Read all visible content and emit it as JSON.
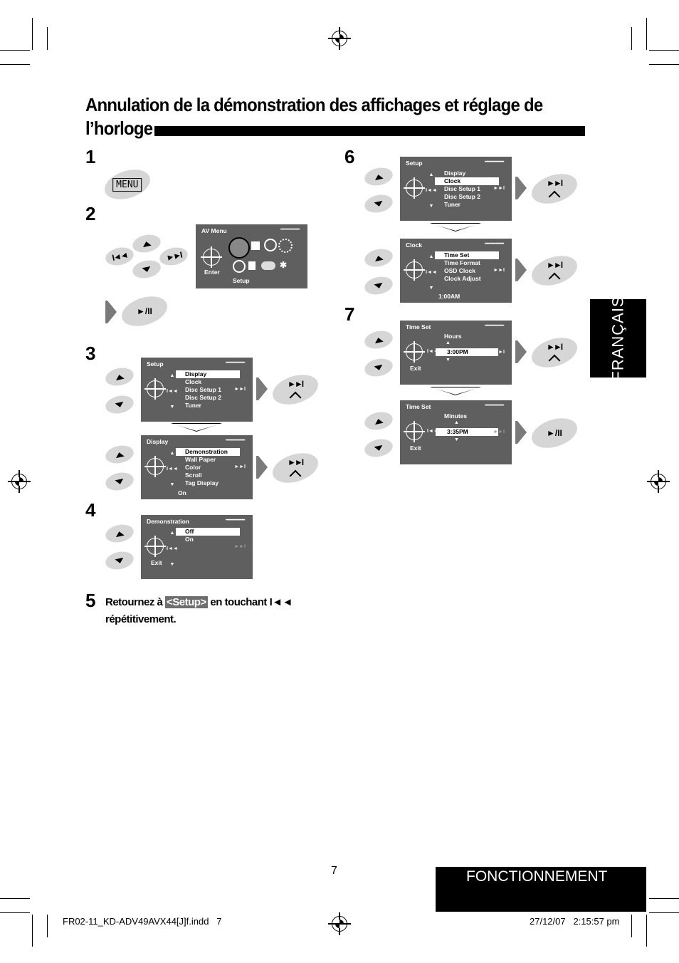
{
  "title_line1": "Annulation de la démonstration des affichages et réglage de",
  "title_line2": "l’horloge",
  "steps": {
    "s1": "1",
    "s2": "2",
    "s3": "3",
    "s4": "4",
    "s5": "5",
    "s6": "6",
    "s7": "7"
  },
  "buttons": {
    "menu": "MENU",
    "play_pause": "►/II",
    "next": "►►I",
    "prev": "I◄◄"
  },
  "av_menu": {
    "header": "AV Menu",
    "enter": "Enter",
    "setup": "Setup"
  },
  "setup_screen": {
    "header": "Setup",
    "items": [
      "Display",
      "Clock",
      "Disc Setup 1",
      "Disc Setup 2",
      "Tuner"
    ]
  },
  "display_screen": {
    "header": "Display",
    "items": [
      "Demonstration",
      "Wall Paper",
      "Color",
      "Scroll",
      "Tag Display"
    ],
    "footer": "On"
  },
  "demo_screen": {
    "header": "Demonstration",
    "items": [
      "Off",
      "On"
    ],
    "exit": "Exit"
  },
  "clock_screen": {
    "header": "Clock",
    "items": [
      "Time Set",
      "Time Format",
      "OSD Clock",
      "Clock Adjust"
    ],
    "footer": "1:00AM"
  },
  "timeset_hours": {
    "header": "Time Set",
    "label": "Hours",
    "value": "3:00PM",
    "exit": "Exit"
  },
  "timeset_minutes": {
    "header": "Time Set",
    "label": "Minutes",
    "value": "3:35PM",
    "exit": "Exit"
  },
  "step5": {
    "pre": "Retournez à",
    "highlight": "<Setup>",
    "post": "en touchant",
    "line2": "répétitivement."
  },
  "side_tab": "FRANÇAIS",
  "footer_tab": "FONCTIONNEMENT",
  "page_number": "7",
  "footer_left": "FR02-11_KD-ADV49AVX44[J]f.indd   7",
  "footer_right": "27/12/07   2:15:57 pm"
}
